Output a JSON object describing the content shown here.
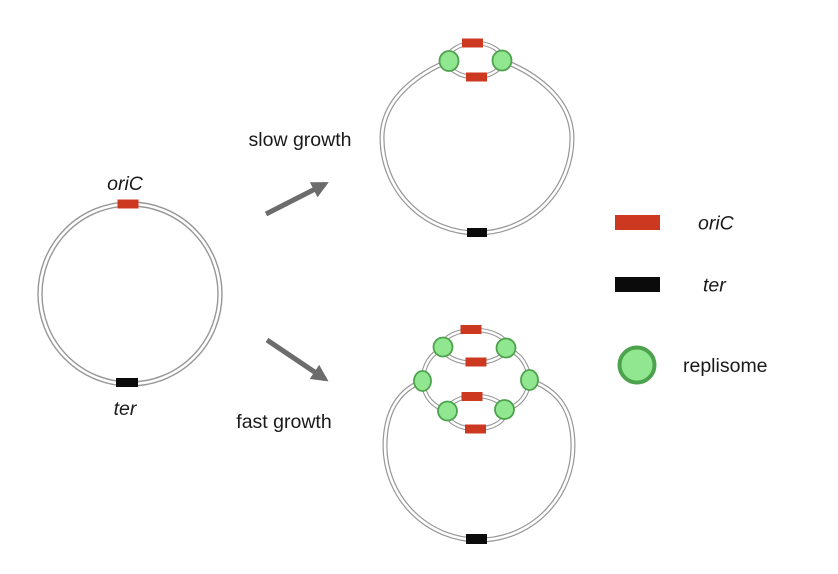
{
  "colors": {
    "oric": "#CC3820",
    "ter": "#0B0B0B",
    "replisome_fill": "#91E78F",
    "replisome_stroke": "#4DA24D",
    "line": "#979797",
    "arrow": "#6C6C6C",
    "text": "#1A1A1A"
  },
  "diagram": {
    "left_chromosome": {
      "origin_label": "oriC",
      "terminus_label": "ter"
    },
    "slow_pathway": {
      "label": "slow growth"
    },
    "fast_pathway": {
      "label": "fast growth"
    },
    "legend": {
      "items": [
        {
          "label": "oriC",
          "swatch": "origin-marker"
        },
        {
          "label": "ter",
          "swatch": "terminus-marker"
        },
        {
          "label": "replisome",
          "swatch": "replisome-marker"
        }
      ]
    }
  }
}
